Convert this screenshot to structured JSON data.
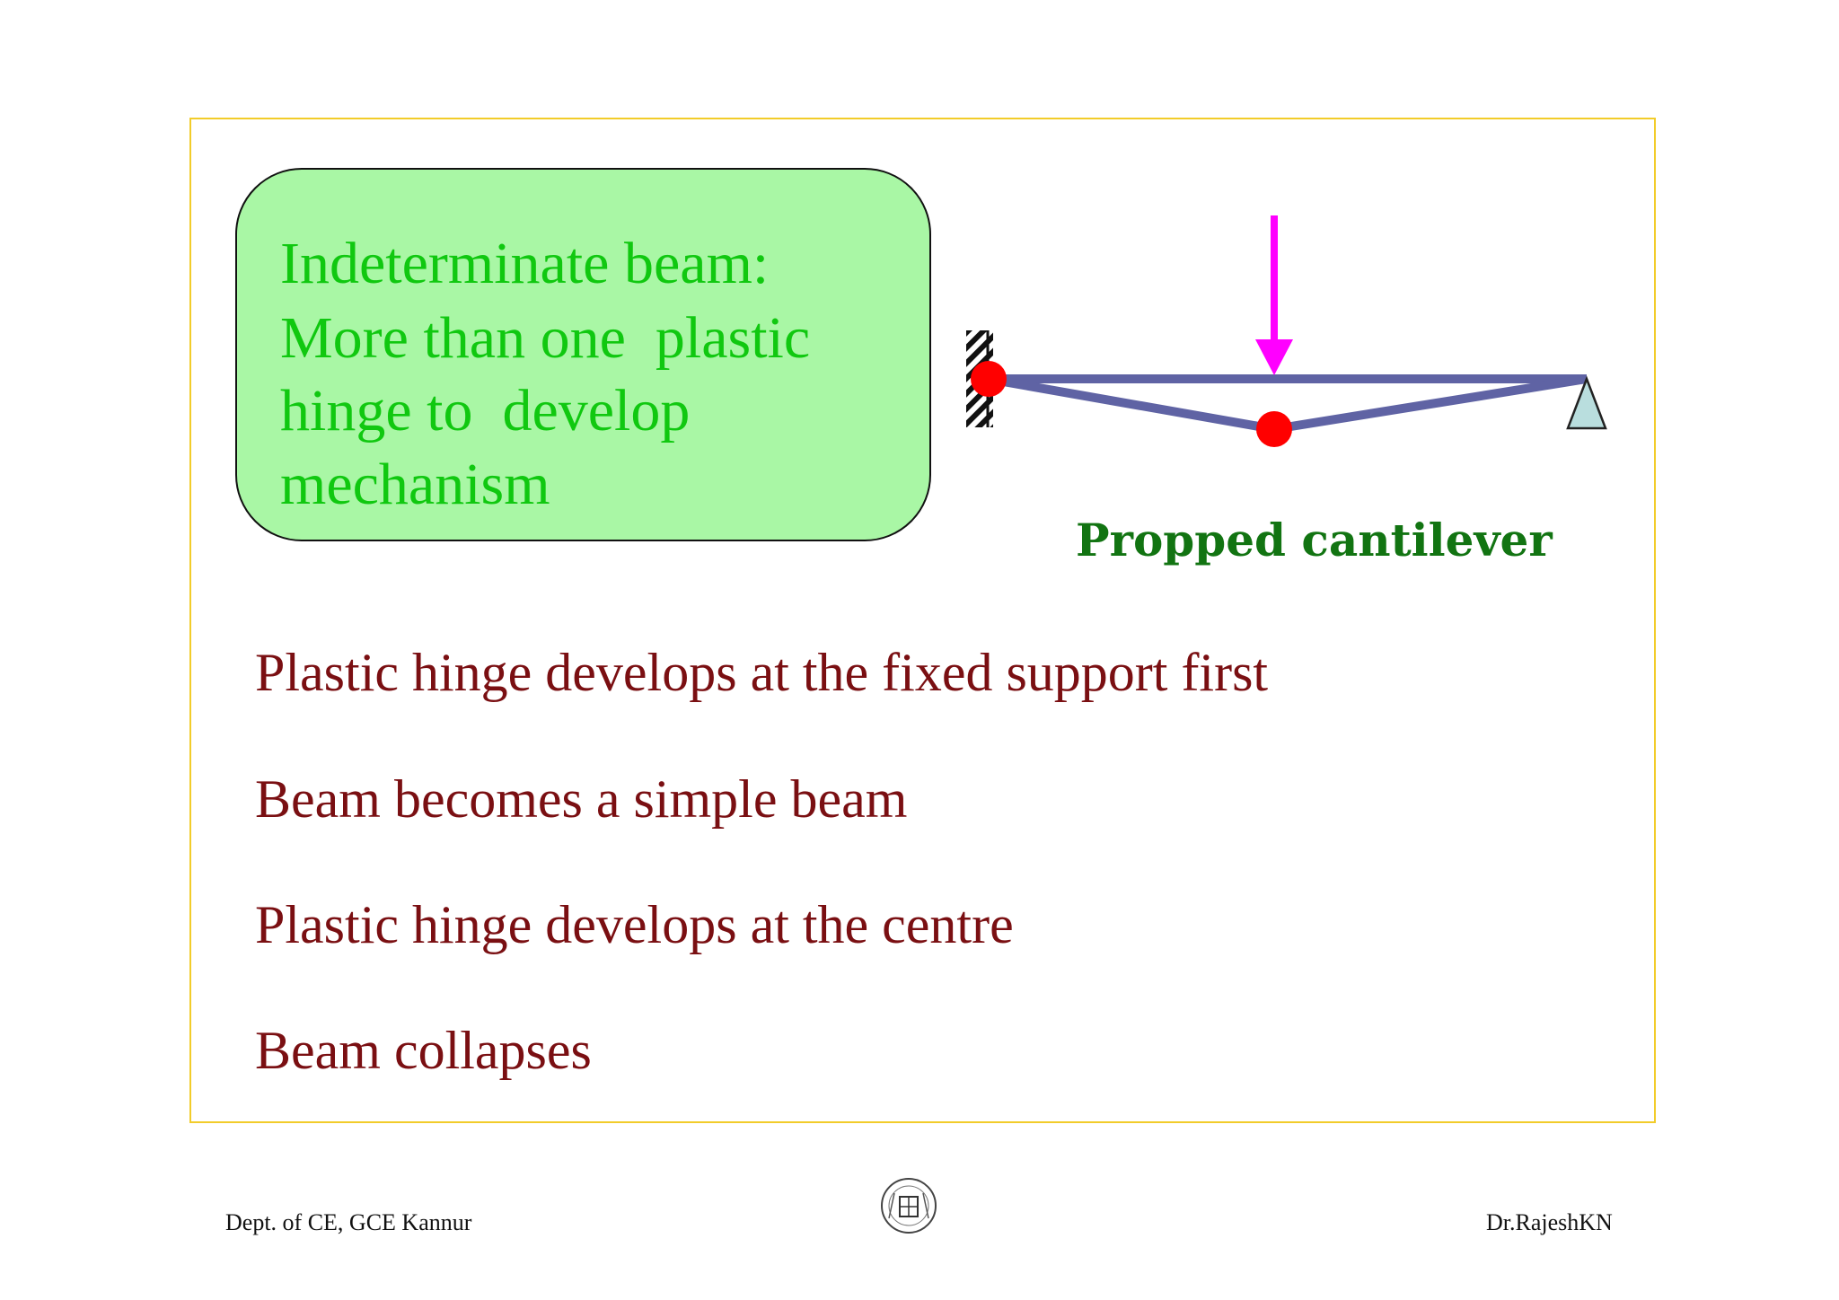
{
  "callout": {
    "lines": [
      "Indeterminate beam:",
      "More than one  plastic",
      "hinge to  develop",
      "mechanism"
    ]
  },
  "diagram": {
    "caption": "Propped cantilever",
    "load_color": "#ff00ff",
    "hinge_color": "#ff0000",
    "beam_color": "#5f63a4",
    "roller_support_color": "#b9dede"
  },
  "steps": [
    "Plastic hinge develops at the fixed support first",
    "Beam becomes a simple beam",
    "Plastic hinge develops at the centre",
    "Beam collapses"
  ],
  "footer": {
    "left": "Dept. of CE, GCE Kannur",
    "right": "Dr.RajeshKN"
  },
  "colors": {
    "frame": "#f2cc2a",
    "callout_fill": "#a9f7a5",
    "callout_text": "#10c810",
    "caption_text": "#127412",
    "step_text": "#7a0f12"
  }
}
